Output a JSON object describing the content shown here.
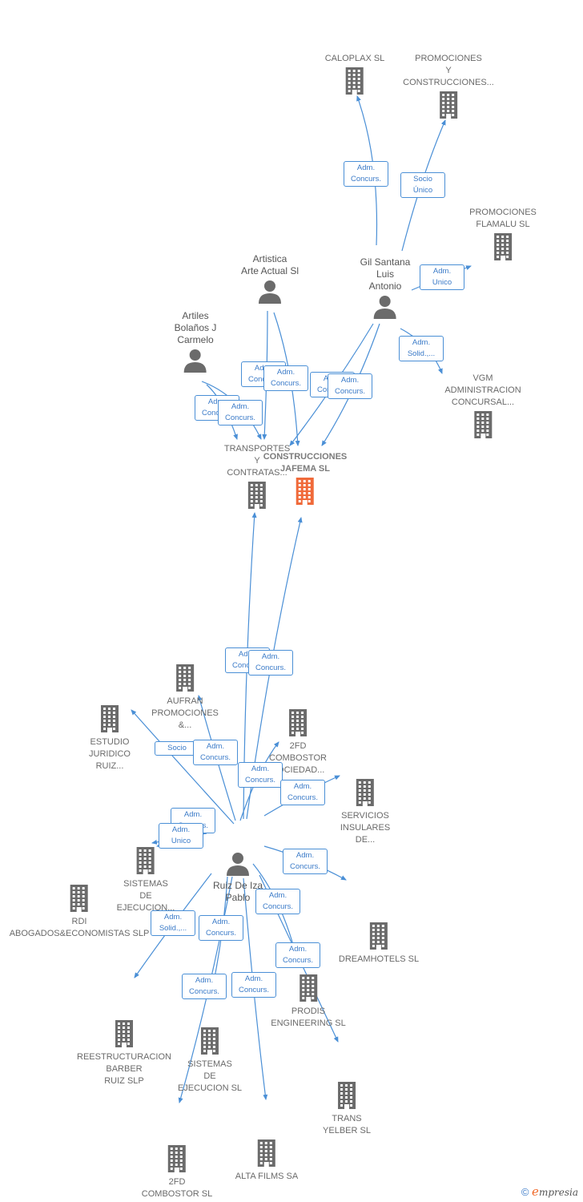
{
  "nodes": {
    "caloplax": {
      "lines": [
        "CALOPLAX SL"
      ],
      "type": "company"
    },
    "promo_construcciones": {
      "lines": [
        "PROMOCIONES",
        "Y",
        "CONSTRUCCIONES..."
      ],
      "type": "company"
    },
    "promo_flamalu": {
      "lines": [
        "PROMOCIONES",
        "FLAMALU SL"
      ],
      "type": "company"
    },
    "gil_santana": {
      "lines": [
        "Gil Santana",
        "Luis",
        "Antonio"
      ],
      "type": "person"
    },
    "artistica": {
      "lines": [
        "Artistica",
        "Arte Actual Sl"
      ],
      "type": "person"
    },
    "artiles": {
      "lines": [
        "Artiles",
        "Bolaños J",
        "Carmelo"
      ],
      "type": "person"
    },
    "vgm": {
      "lines": [
        "VGM",
        "ADMINISTRACION",
        "CONCURSAL..."
      ],
      "type": "company"
    },
    "transportes": {
      "lines": [
        "TRANSPORTES",
        "Y",
        "CONTRATAS..."
      ],
      "type": "company"
    },
    "jafema": {
      "lines": [
        "CONSTRUCCIONES",
        "JAFEMA SL"
      ],
      "type": "main"
    },
    "aufran": {
      "lines": [
        "AUFRAN",
        "PROMOCIONES",
        "&..."
      ],
      "type": "company"
    },
    "estudio": {
      "lines": [
        "ESTUDIO",
        "JURIDICO",
        "RUIZ..."
      ],
      "type": "company"
    },
    "combostor_soc": {
      "lines": [
        "2FD",
        "COMBOSTOR",
        "SOCIEDAD..."
      ],
      "type": "company"
    },
    "servicios": {
      "lines": [
        "SERVICIOS",
        "INSULARES",
        "DE..."
      ],
      "type": "company"
    },
    "sistemas_ejec_top": {
      "lines": [
        "SISTEMAS",
        "DE",
        "EJECUCION..."
      ],
      "type": "company"
    },
    "rdi": {
      "lines": [
        "RDI",
        "ABOGADOS&ECONOMISTAS SLP"
      ],
      "type": "company"
    },
    "ruiz": {
      "lines": [
        "Ruiz De Iza",
        "Pablo"
      ],
      "type": "person"
    },
    "dreamhotels": {
      "lines": [
        "DREAMHOTELS SL"
      ],
      "type": "company"
    },
    "prodis": {
      "lines": [
        "PRODIS",
        "ENGINEERING SL"
      ],
      "type": "company"
    },
    "reestructuracion": {
      "lines": [
        "REESTRUCTURACION",
        "BARBER",
        "RUIZ SLP"
      ],
      "type": "company"
    },
    "sistemas_ejec": {
      "lines": [
        "SISTEMAS",
        "DE",
        "EJECUCION SL"
      ],
      "type": "company"
    },
    "trans_yelber": {
      "lines": [
        "TRANS",
        "YELBER SL"
      ],
      "type": "company"
    },
    "combostor": {
      "lines": [
        "2FD",
        "COMBOSTOR SL"
      ],
      "type": "company"
    },
    "alta_films": {
      "lines": [
        "ALTA FILMS SA"
      ],
      "type": "company"
    }
  },
  "edge_labels": [
    "Adm. Concurs.",
    "Socio Único",
    "Adm. Unico",
    "Adm. Solid.,...",
    "Adm. Concurs.",
    "Adm. Concurs.",
    "Adm. Concurs.",
    "Adm. Concurs.",
    "Adm. Concurs.",
    "Adm. Concurs.",
    "Adm. Concurs.",
    "Adm. Concurs.",
    "Socio",
    "Adm. Concurs.",
    "Adm. Concurs.",
    "Adm. Concurs.",
    "Adm. Concurs.",
    "Adm. Unico",
    "Adm. Concurs.",
    "Adm. Concurs.",
    "Adm. Solid.,...",
    "Adm. Concurs.",
    "Adm. Concurs.",
    "Adm. Concurs.",
    "Adm. Concurs."
  ],
  "footer": {
    "copyright": "©",
    "brand_e": "e",
    "brand_rest": "mpresia"
  },
  "colors": {
    "edge": "#4a8fd6",
    "company_icon": "#6b6b6b",
    "main_icon": "#f06a3a",
    "person_icon": "#6b6b6b"
  }
}
